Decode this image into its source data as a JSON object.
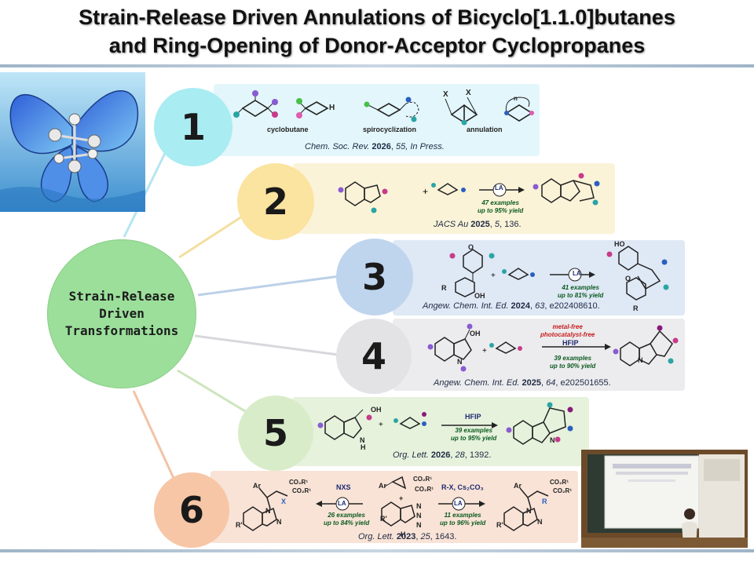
{
  "title": {
    "line1": "Strain-Release Driven Annulations of Bicyclo[1.1.0]butanes",
    "line2": "and Ring-Opening of Donor-Acceptor Cyclopropanes"
  },
  "hub": {
    "line1": "Strain-Release",
    "line2": "Driven",
    "line3": "Transformations"
  },
  "nodes": [
    {
      "number": "1",
      "color": "#a9ecf2",
      "panel_color": "#e3f6fb"
    },
    {
      "number": "2",
      "color": "#fbe3a0",
      "panel_color": "#fbf3d8"
    },
    {
      "number": "3",
      "color": "#bfd5ee",
      "panel_color": "#dfe8f5"
    },
    {
      "number": "4",
      "color": "#e3e3e6",
      "panel_color": "#ececee"
    },
    {
      "number": "5",
      "color": "#d9ecc9",
      "panel_color": "#e6f2dc"
    },
    {
      "number": "6",
      "color": "#f7c6a6",
      "panel_color": "#f9e3d6"
    }
  ],
  "panel1": {
    "labels": [
      "cyclobutane",
      "spirocyclization",
      "annulation"
    ],
    "atoms": [
      "H",
      "X",
      "X"
    ],
    "ring_label": "n",
    "cite_journal": "Chem. Soc. Rev.",
    "cite_year": "2026",
    "cite_vol": "55",
    "cite_rest": ", In Press."
  },
  "panel2": {
    "lewis_acid": "LA",
    "examples": "47 examples",
    "yield": "up to 95% yield",
    "cite_journal": "JACS Au",
    "cite_year": "2025",
    "cite_vol": "5",
    "cite_rest": ", 136."
  },
  "panel3": {
    "lewis_acid": "LA",
    "examples": "41 examples",
    "yield": "up to 81% yield",
    "atoms": [
      "O",
      "R",
      "OH",
      "HO",
      "O",
      "R"
    ],
    "cite_journal": "Angew. Chem. Int. Ed.",
    "cite_year": "2024",
    "cite_vol": "63",
    "cite_rest": ", e202408610."
  },
  "panel4": {
    "red1": "metal-free",
    "red2": "photocatalyst-free",
    "solvent": "HFIP",
    "examples": "39 examples",
    "yield": "up to 90% yield",
    "atoms": [
      "OH",
      "N",
      "N"
    ],
    "cite_journal": "Angew. Chem. Int. Ed.",
    "cite_year": "2025",
    "cite_vol": "64",
    "cite_rest": ", e202501655."
  },
  "panel5": {
    "solvent": "HFIP",
    "examples": "39 examples",
    "yield": "up to 95% yield",
    "atoms": [
      "OH",
      "N",
      "H",
      "N"
    ],
    "cite_journal": "Org. Lett.",
    "cite_year": "2026",
    "cite_vol": "28",
    "cite_rest": ", 1392."
  },
  "panel6": {
    "left_reagent": "NXS",
    "right_reagent": "R-X, Cs₂CO₃",
    "lewis_acid": "LA",
    "left_examples": "26 examples",
    "left_yield": "up to 84% yield",
    "right_examples": "11 examples",
    "right_yield": "up to 96% yield",
    "atoms": [
      "Ar",
      "CO₂R¹",
      "CO₂R¹",
      "X",
      "N",
      "N",
      "R'",
      "Ar",
      "CO₂R¹",
      "CO₂R¹",
      "+",
      "N",
      "N",
      "N",
      "H",
      "R'",
      "Ar",
      "CO₂R¹",
      "CO₂R¹",
      "R",
      "N",
      "N",
      "R'"
    ],
    "cite_journal": "Org. Lett.",
    "cite_year": "2023",
    "cite_vol": "25",
    "cite_rest": ", 1643."
  },
  "colors": {
    "accent_green": "#0b5a1f",
    "citation": "#1e2a44",
    "red": "#c81c1c"
  }
}
